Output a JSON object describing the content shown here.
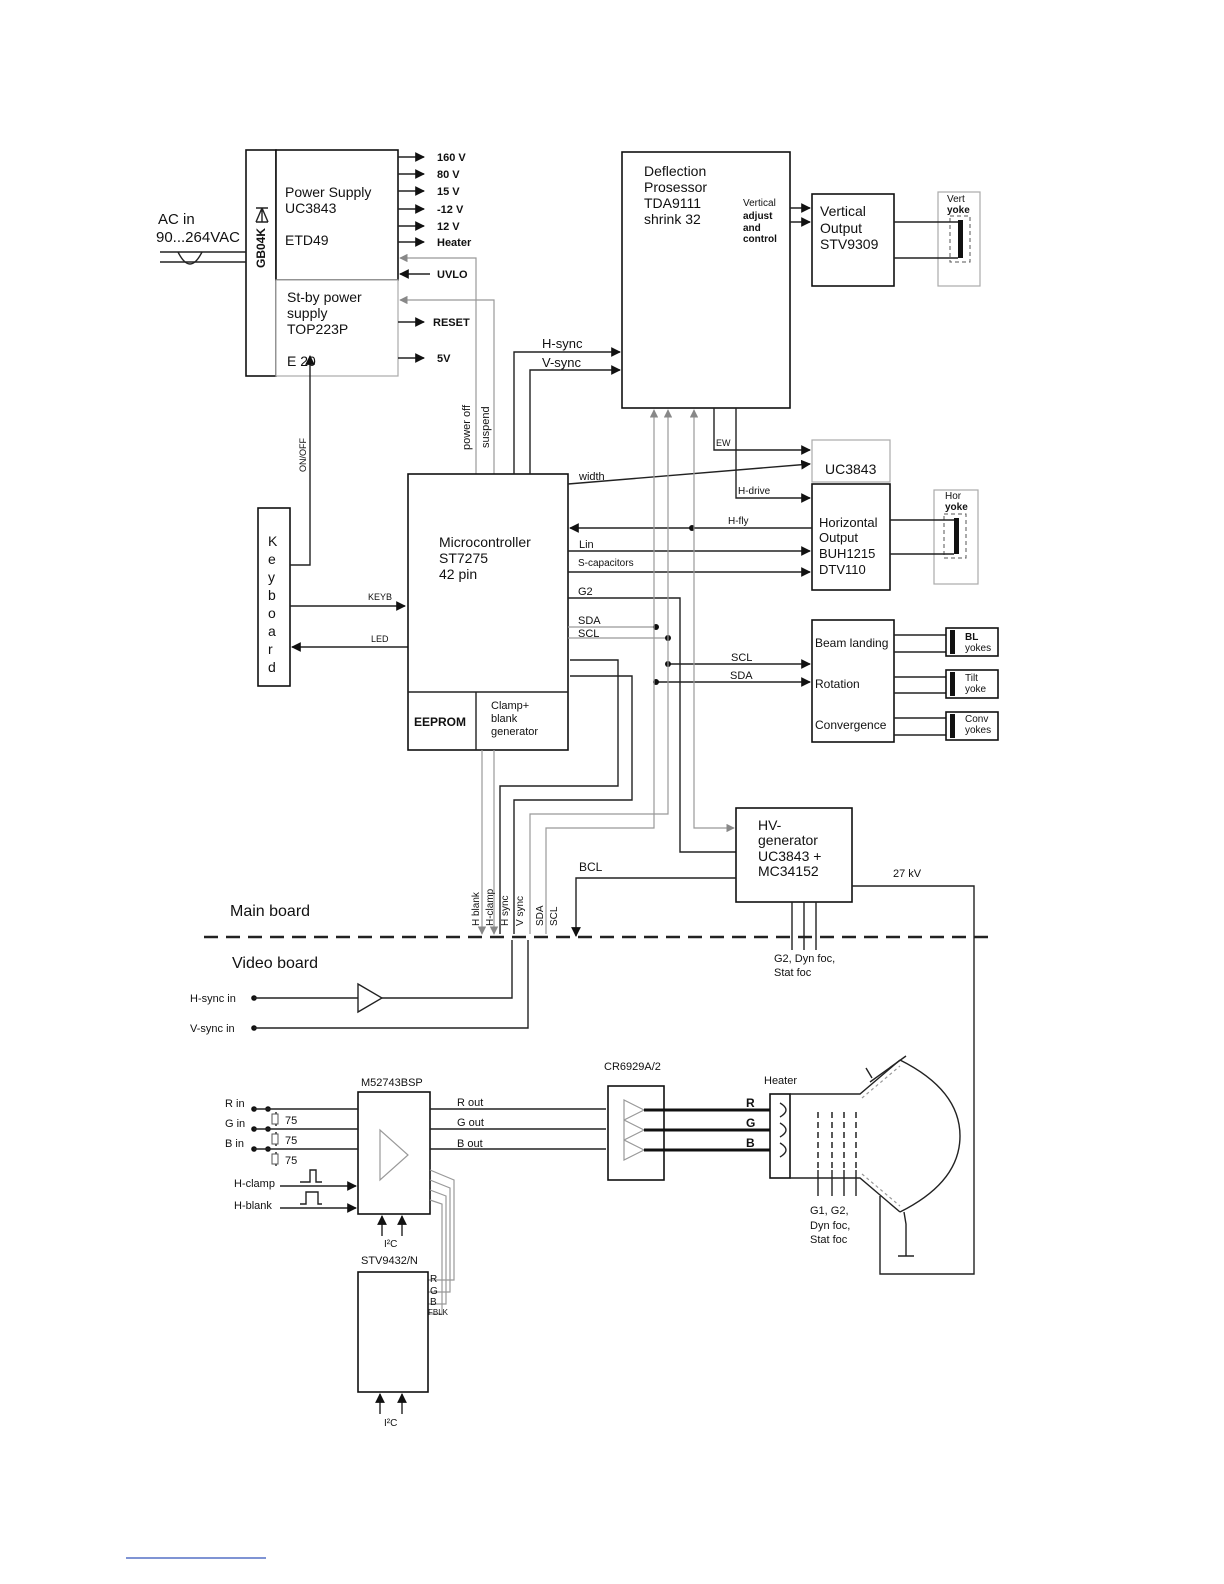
{
  "power": {
    "rectifier": "GB04K",
    "ac_in": "AC in",
    "ac_range": "90...264VAC",
    "ps_line1": "Power Supply",
    "ps_line2": "UC3843",
    "ps_line3": "ETD49",
    "sb_line1": "St-by power",
    "sb_line2": "supply",
    "sb_line3": "TOP223P",
    "sb_line4": "E 20",
    "outputs": [
      "160 V",
      "80 V",
      "15 V",
      "-12 V",
      "12 V",
      "Heater"
    ],
    "uvlo": "UVLO",
    "reset": "RESET",
    "v5": "5V",
    "onoff": "ON/OFF"
  },
  "deflection": {
    "line1": "Deflection",
    "line2": "Prosessor",
    "line3": "TDA9111",
    "line4": "shrink 32",
    "va1": "Vertical",
    "va2": "adjust",
    "va3": "and",
    "va4": "control"
  },
  "vertical": {
    "line1": "Vertical",
    "line2": "Output",
    "line3": "STV9309",
    "yoke1": "Vert",
    "yoke2": "yoke"
  },
  "hsync_label": "H-sync",
  "vsync_label": "V-sync",
  "power_off": "power off",
  "suspend": "suspend",
  "ew": "EW",
  "uc3843": "UC3843",
  "hdrive": "H-drive",
  "hfly": "H-fly",
  "horizontal": {
    "line1": "Horizontal",
    "line2": "Output",
    "line3": "BUH1215",
    "line4": "DTV110",
    "yoke1": "Hor",
    "yoke2": "yoke"
  },
  "keyboard": [
    "K",
    "e",
    "y",
    "b",
    "o",
    "a",
    "r",
    "d"
  ],
  "keyb": "KEYB",
  "led": "LED",
  "micro": {
    "line1": "Microcontroller",
    "line2": "ST7275",
    "line3": "42 pin",
    "eeprom": "EEPROM",
    "clamp1": "Clamp+",
    "clamp2": "blank",
    "clamp3": "generator"
  },
  "signals": {
    "width": "width",
    "lin": "Lin",
    "scap": "S-capacitors",
    "g2": "G2",
    "sda": "SDA",
    "scl": "SCL"
  },
  "beam": {
    "bl": "Beam landing",
    "rot": "Rotation",
    "conv": "Convergence",
    "bl_y1": "BL",
    "bl_y2": "yokes",
    "tilt1": "Tilt",
    "tilt2": "yoke",
    "conv1": "Conv",
    "conv2": "yokes"
  },
  "hv": {
    "line1": "HV-",
    "line2": "generator",
    "line3": "UC3843 +",
    "line4": "MC34152",
    "kv": "27 kV",
    "bcl": "BCL",
    "foc1": "G2, Dyn foc,",
    "foc2": "Stat foc"
  },
  "board_signals": [
    "H blank",
    "H-clamp",
    "H sync",
    "V sync",
    "SDA",
    "SCL"
  ],
  "main_board": "Main board",
  "video_board": "Video board",
  "hsync_in": "H-sync in",
  "vsync_in": "V-sync in",
  "video": {
    "amp": "M52743BSP",
    "r_in": "R in",
    "g_in": "G in",
    "b_in": "B in",
    "r75": "75",
    "g75": "75",
    "b75": "75",
    "hclamp": "H-clamp",
    "hblank": "H-blank",
    "ic1": "I²C",
    "r_out": "R out",
    "g_out": "G out",
    "b_out": "B out",
    "osd": "STV9432/N",
    "osd_r": "R",
    "osd_g": "G",
    "osd_b": "B",
    "osd_fblk": "FBLK",
    "ic2": "I²C",
    "driver": "CR6929A/2",
    "heater": "Heater",
    "cr": "R",
    "cg": "G",
    "cb": "B",
    "g1a": "G1, G2,",
    "g1b": "Dyn foc,",
    "g1c": "Stat foc"
  }
}
